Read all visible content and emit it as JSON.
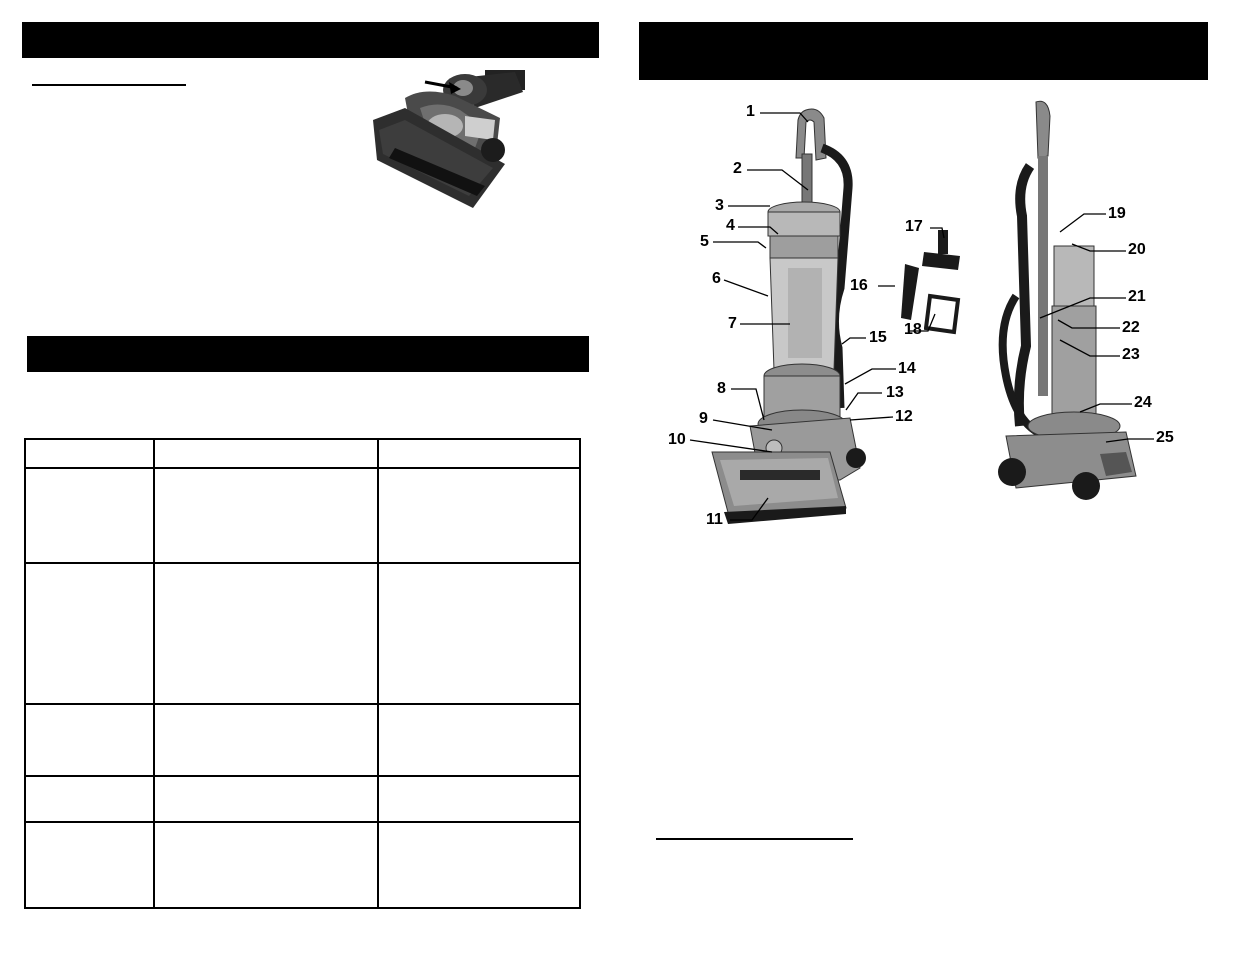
{
  "left_page": {
    "header_bar": "",
    "subheading": "",
    "troubleshooting_bar": "",
    "table": {
      "columns": [
        "",
        "",
        ""
      ],
      "rows": [
        [
          "",
          "",
          ""
        ],
        [
          "",
          "",
          ""
        ],
        [
          "",
          "",
          ""
        ],
        [
          "",
          "",
          ""
        ],
        [
          "",
          "",
          ""
        ]
      ]
    }
  },
  "right_page": {
    "header_bar": "",
    "subheading": "",
    "callouts": [
      "1",
      "2",
      "3",
      "4",
      "5",
      "6",
      "7",
      "8",
      "9",
      "10",
      "11",
      "12",
      "13",
      "14",
      "15",
      "16",
      "17",
      "18",
      "19",
      "20",
      "21",
      "22",
      "23",
      "24",
      "25"
    ]
  },
  "colors": {
    "bar": "#000000",
    "vacuum_body": "#9a9a9a",
    "hose": "#1a1a1a"
  }
}
